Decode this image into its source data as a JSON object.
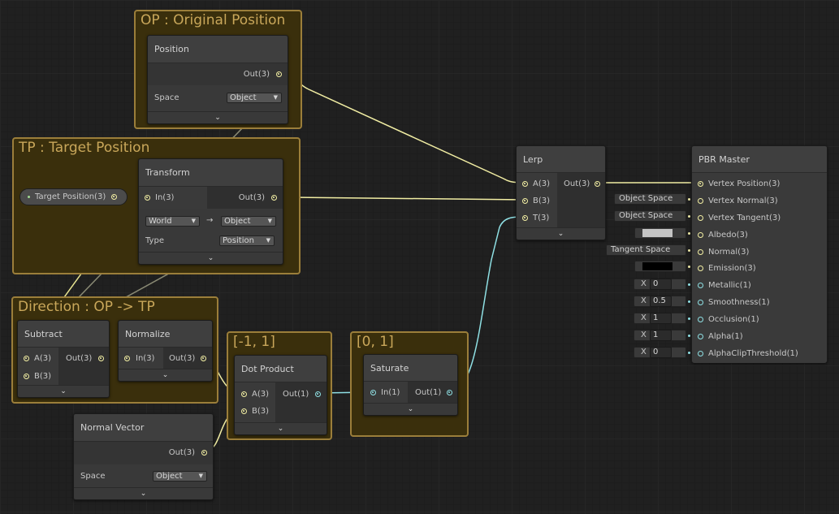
{
  "groups": {
    "op": "OP : Original Position",
    "tp": "TP : Target Position",
    "dir": "Direction : OP -> TP",
    "range1": "[-1, 1]",
    "range2": "[0, 1]"
  },
  "nodes": {
    "position": {
      "title": "Position",
      "out": "Out(3)",
      "space_label": "Space",
      "space_value": "Object"
    },
    "transform": {
      "title": "Transform",
      "in": "In(3)",
      "out": "Out(3)",
      "from": "World",
      "arrow": "→",
      "to": "Object",
      "type_label": "Type",
      "type_value": "Position"
    },
    "target_property": {
      "label": "Target Position(3)"
    },
    "subtract": {
      "title": "Subtract",
      "a": "A(3)",
      "b": "B(3)",
      "out": "Out(3)"
    },
    "normalize": {
      "title": "Normalize",
      "in": "In(3)",
      "out": "Out(3)"
    },
    "dot_product": {
      "title": "Dot Product",
      "a": "A(3)",
      "b": "B(3)",
      "out": "Out(1)"
    },
    "saturate": {
      "title": "Saturate",
      "in": "In(1)",
      "out": "Out(1)"
    },
    "normal_vector": {
      "title": "Normal Vector",
      "out": "Out(3)",
      "space_label": "Space",
      "space_value": "Object"
    },
    "lerp": {
      "title": "Lerp",
      "a": "A(3)",
      "b": "B(3)",
      "t": "T(3)",
      "out": "Out(3)"
    }
  },
  "master": {
    "title": "PBR Master",
    "ports": [
      "Vertex Position(3)",
      "Vertex Normal(3)",
      "Vertex Tangent(3)",
      "Albedo(3)",
      "Normal(3)",
      "Emission(3)",
      "Metallic(1)",
      "Smoothness(1)",
      "Occlusion(1)",
      "Alpha(1)",
      "AlphaClipThreshold(1)"
    ],
    "defaults": {
      "vertex_normal": "Object Space",
      "vertex_tangent": "Object Space",
      "normal": "Tangent Space",
      "x": "X",
      "metallic": "0",
      "smoothness": "0.5",
      "occlusion": "1",
      "alpha": "1",
      "alpha_clip": "0"
    }
  },
  "colors": {
    "vector3_wire": "#f4f0a4",
    "vector1_wire": "#8fe0e4",
    "group_fill": "#3a2f0c",
    "group_border": "#9b7e3a",
    "albedo": "#c4c4c4",
    "emission": "#000000"
  },
  "icons": {
    "chevron": "chevron-down-icon",
    "dropdown": "dropdown-arrow-icon"
  },
  "glyphs": {
    "chevron": "⌄",
    "dropdown": "▼"
  }
}
